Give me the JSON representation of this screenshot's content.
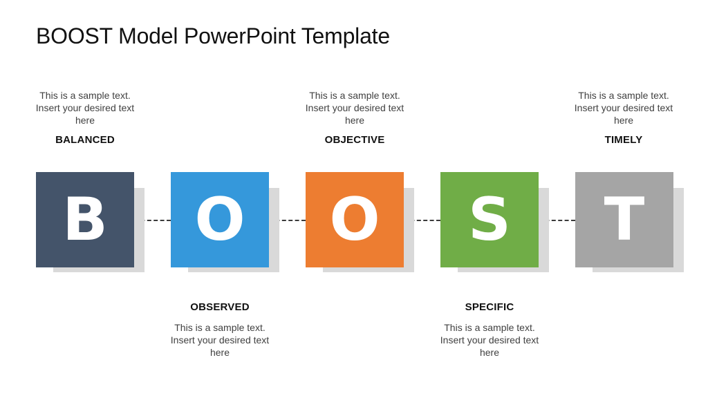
{
  "slide": {
    "title": "BOOST Model PowerPoint Template"
  },
  "colors": {
    "balanced": "#44546a",
    "observed": "#3598db",
    "objective": "#ed7d31",
    "specific": "#70ad47",
    "timely": "#a5a5a5",
    "shadow": "#d9d9d9",
    "connector": "#3a3a3a"
  },
  "items": [
    {
      "letter": "B",
      "label": "BALANCED",
      "desc_line1": "This is a sample text.",
      "desc_line2": "Insert your desired text",
      "desc_line3": "here",
      "position": "above"
    },
    {
      "letter": "O",
      "label": "OBSERVED",
      "desc_line1": "This is a sample text.",
      "desc_line2": "Insert your desired text",
      "desc_line3": "here",
      "position": "below"
    },
    {
      "letter": "O",
      "label": "OBJECTIVE",
      "desc_line1": "This is a sample text.",
      "desc_line2": "Insert your desired text",
      "desc_line3": "here",
      "position": "above"
    },
    {
      "letter": "S",
      "label": "SPECIFIC",
      "desc_line1": "This is a sample text.",
      "desc_line2": "Insert your desired text",
      "desc_line3": "here",
      "position": "below"
    },
    {
      "letter": "T",
      "label": "TIMELY",
      "desc_line1": "This is a sample text.",
      "desc_line2": "Insert your desired text",
      "desc_line3": "here",
      "position": "above"
    }
  ]
}
